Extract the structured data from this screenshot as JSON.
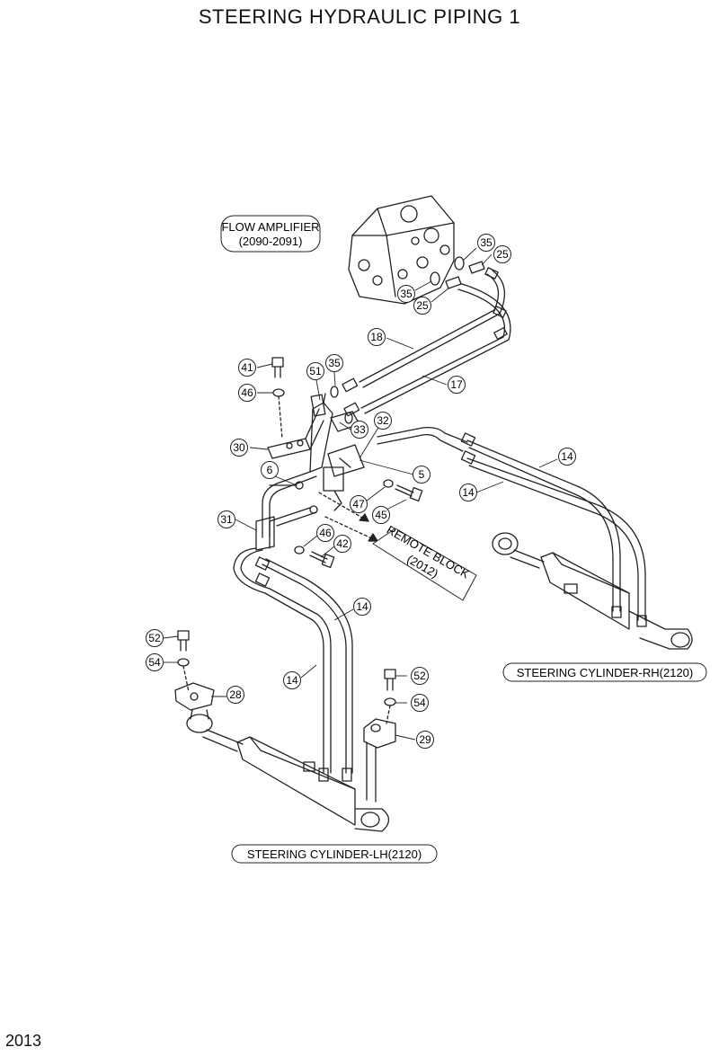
{
  "title": "STEERING HYDRAULIC PIPING 1",
  "page_number": "2013",
  "labels": {
    "flow_amplifier": [
      "FLOW AMPLIFIER",
      "(2090-2091)"
    ],
    "remote_block": [
      "REMOTE BLOCK",
      "(2012)"
    ],
    "cyl_rh": "STEERING CYLINDER-RH(2120)",
    "cyl_lh": "STEERING CYLINDER-LH(2120)"
  },
  "callouts": {
    "c35a": "35",
    "c25a": "25",
    "c35b": "35",
    "c25b": "25",
    "c18": "18",
    "c17": "17",
    "c41": "41",
    "c51": "51",
    "c35c": "35",
    "c46a": "46",
    "c33": "33",
    "c32": "32",
    "c30": "30",
    "c6": "6",
    "c5": "5",
    "c14a": "14",
    "c14b": "14",
    "c47": "47",
    "c45": "45",
    "c31": "31",
    "c46b": "46",
    "c42": "42",
    "c14c": "14",
    "c52a": "52",
    "c54a": "54",
    "c28": "28",
    "c14d": "14",
    "c52b": "52",
    "c54b": "54",
    "c29": "29"
  }
}
